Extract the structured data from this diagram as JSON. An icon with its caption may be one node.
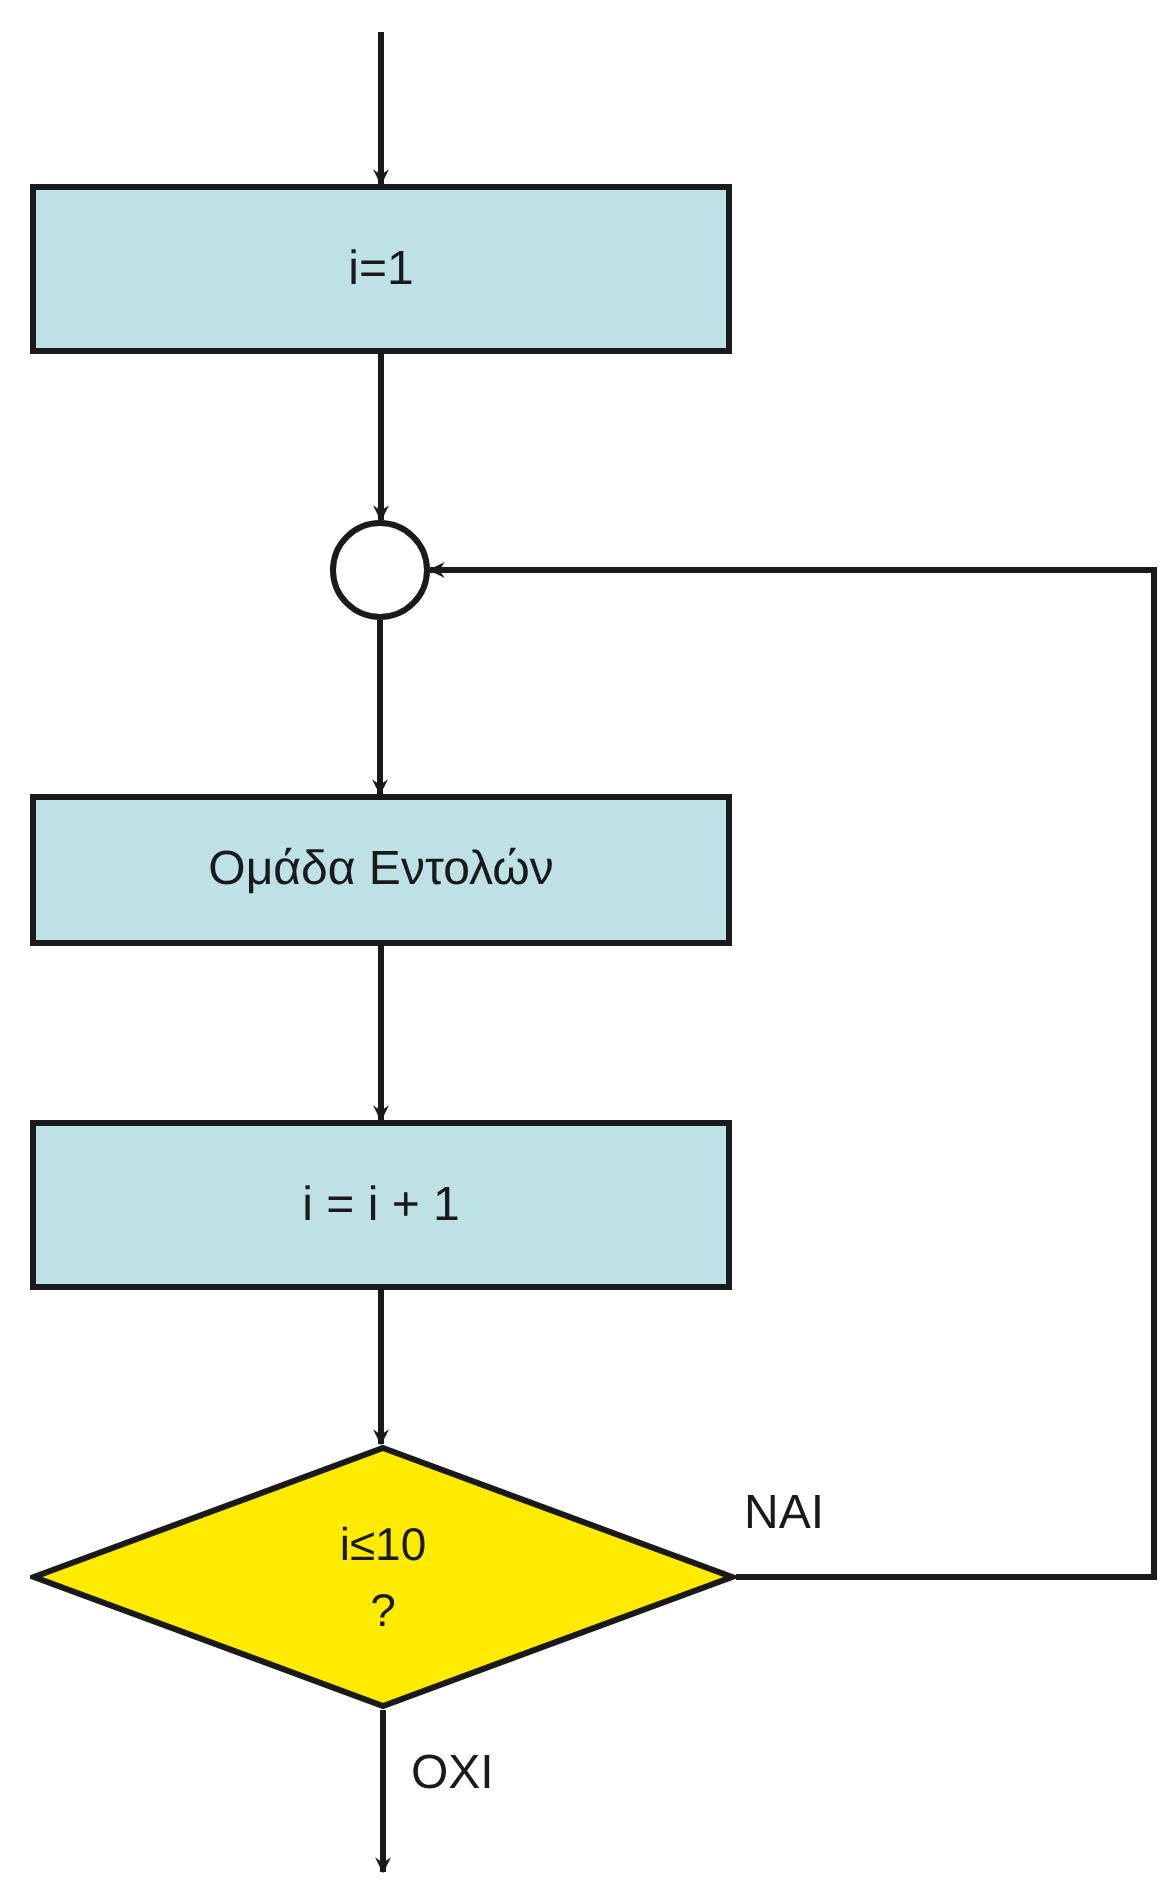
{
  "diagram": {
    "nodes": [
      {
        "text": [
          "i=1"
        ]
      },
      {
        "text": [],
        "shape": "circle"
      },
      {
        "text": [
          "Ομάδα Εντολών"
        ]
      },
      {
        "text": [
          "i = i + 1"
        ]
      },
      {
        "text": [
          "i≤10",
          "?"
        ]
      }
    ],
    "edges": [
      {
        "from": null,
        "to": 0,
        "arrow": "to"
      },
      {
        "from": 0,
        "to": 1,
        "arrow": "to"
      },
      {
        "from": 1,
        "to": 2,
        "arrow": "to"
      },
      {
        "from": 2,
        "to": 3,
        "arrow": "to"
      },
      {
        "from": 3,
        "to": 4,
        "arrow": "to"
      },
      {
        "from": 4,
        "to": 1,
        "arrow": "to",
        "label": "ΝΑΙ"
      },
      {
        "from": 4,
        "to": null,
        "arrow": "to",
        "label": "ΟΧΙ"
      }
    ]
  }
}
